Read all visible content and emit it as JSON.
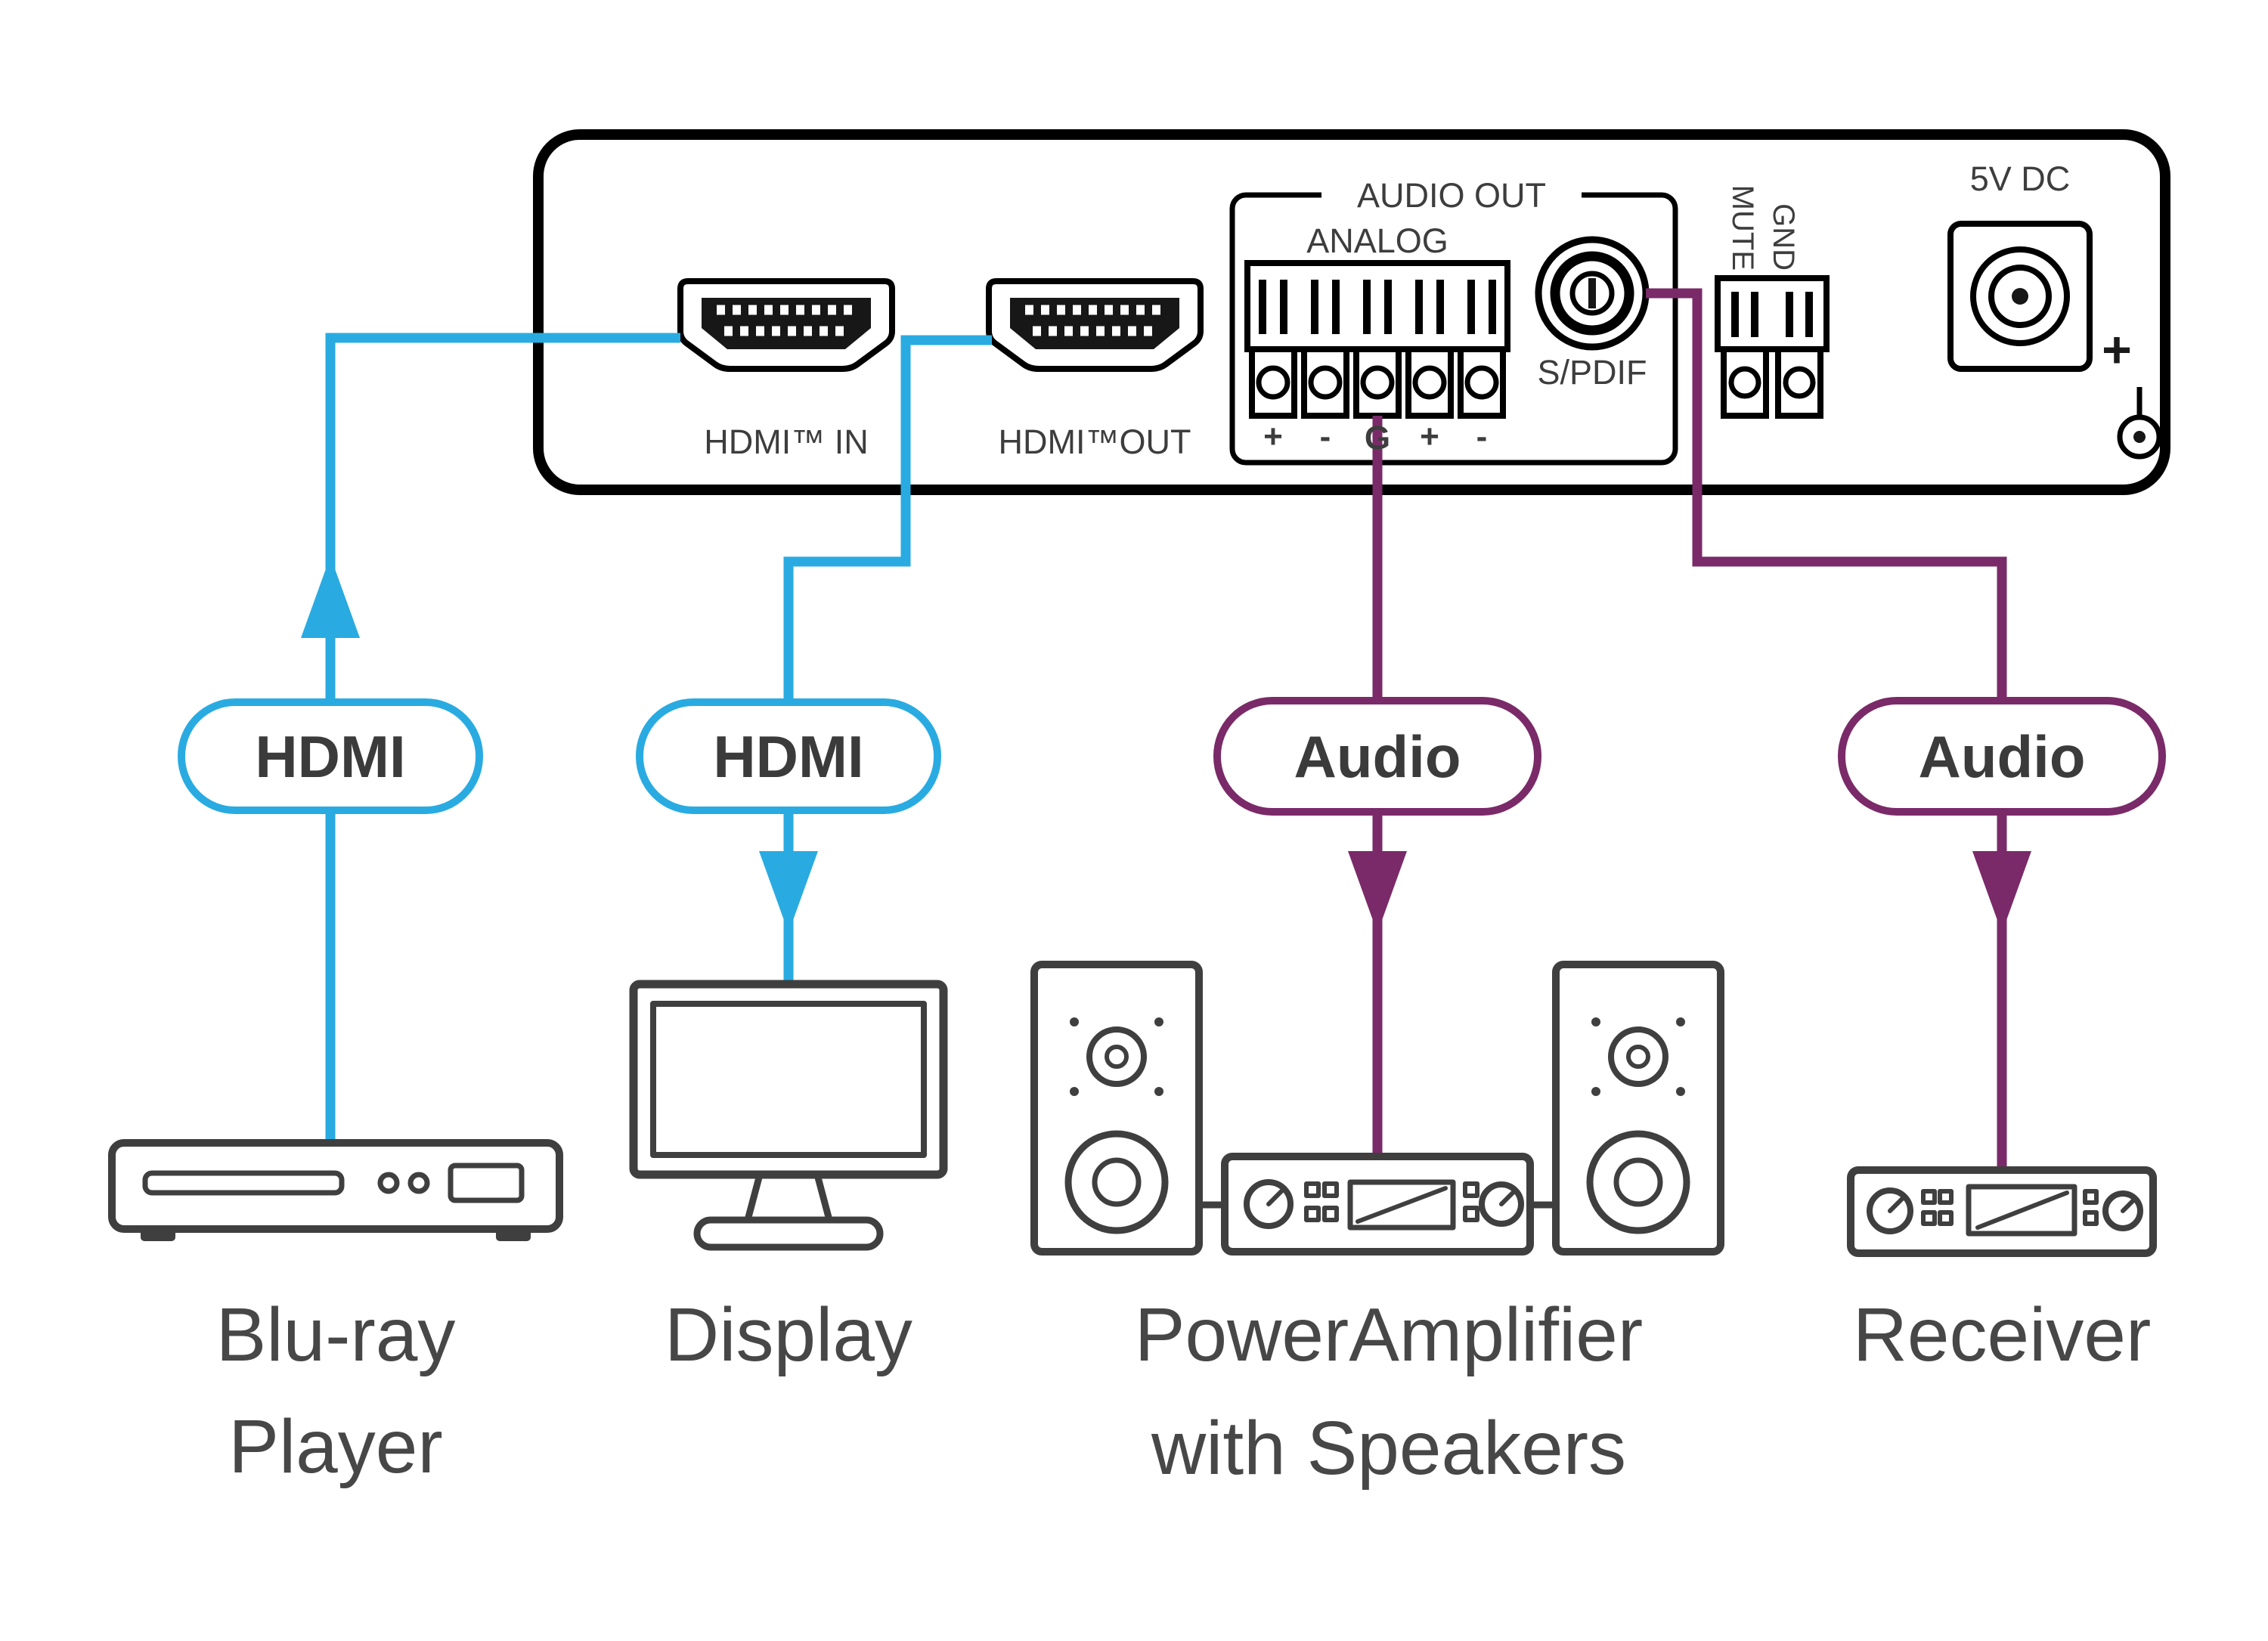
{
  "colors": {
    "hdmi_line": "#29ABE2",
    "audio_line": "#7A2A68",
    "panel_outline": "#000000",
    "icon_stroke": "#3F3F3F",
    "label_text": "#474747"
  },
  "panel": {
    "hdmi_in_label": "HDMI™ IN",
    "hdmi_out_label": "HDMI™OUT",
    "audio_out_label": "AUDIO OUT",
    "analog_label": "ANALOG",
    "spdif_label": "S/PDIF",
    "mute_label": "MUTE",
    "gnd_label": "GND",
    "power_label": "5V DC",
    "power_polarity": "+",
    "terminal_labels": [
      "+",
      "-",
      "G",
      "+",
      "-"
    ]
  },
  "connections": [
    {
      "label": "HDMI",
      "type": "hdmi",
      "direction": "up"
    },
    {
      "label": "HDMI",
      "type": "hdmi",
      "direction": "down"
    },
    {
      "label": "Audio",
      "type": "audio",
      "direction": "down"
    },
    {
      "label": "Audio",
      "type": "audio",
      "direction": "down"
    }
  ],
  "devices": [
    {
      "name": "Blu-ray Player",
      "label_line1": "Blu-ray",
      "label_line2": "Player"
    },
    {
      "name": "Display",
      "label_line1": "Display"
    },
    {
      "name": "PowerAmplifier with Speakers",
      "label_line1": "PowerAmplifier",
      "label_line2": "with Speakers"
    },
    {
      "name": "Receiver",
      "label_line1": "Receiver"
    }
  ]
}
